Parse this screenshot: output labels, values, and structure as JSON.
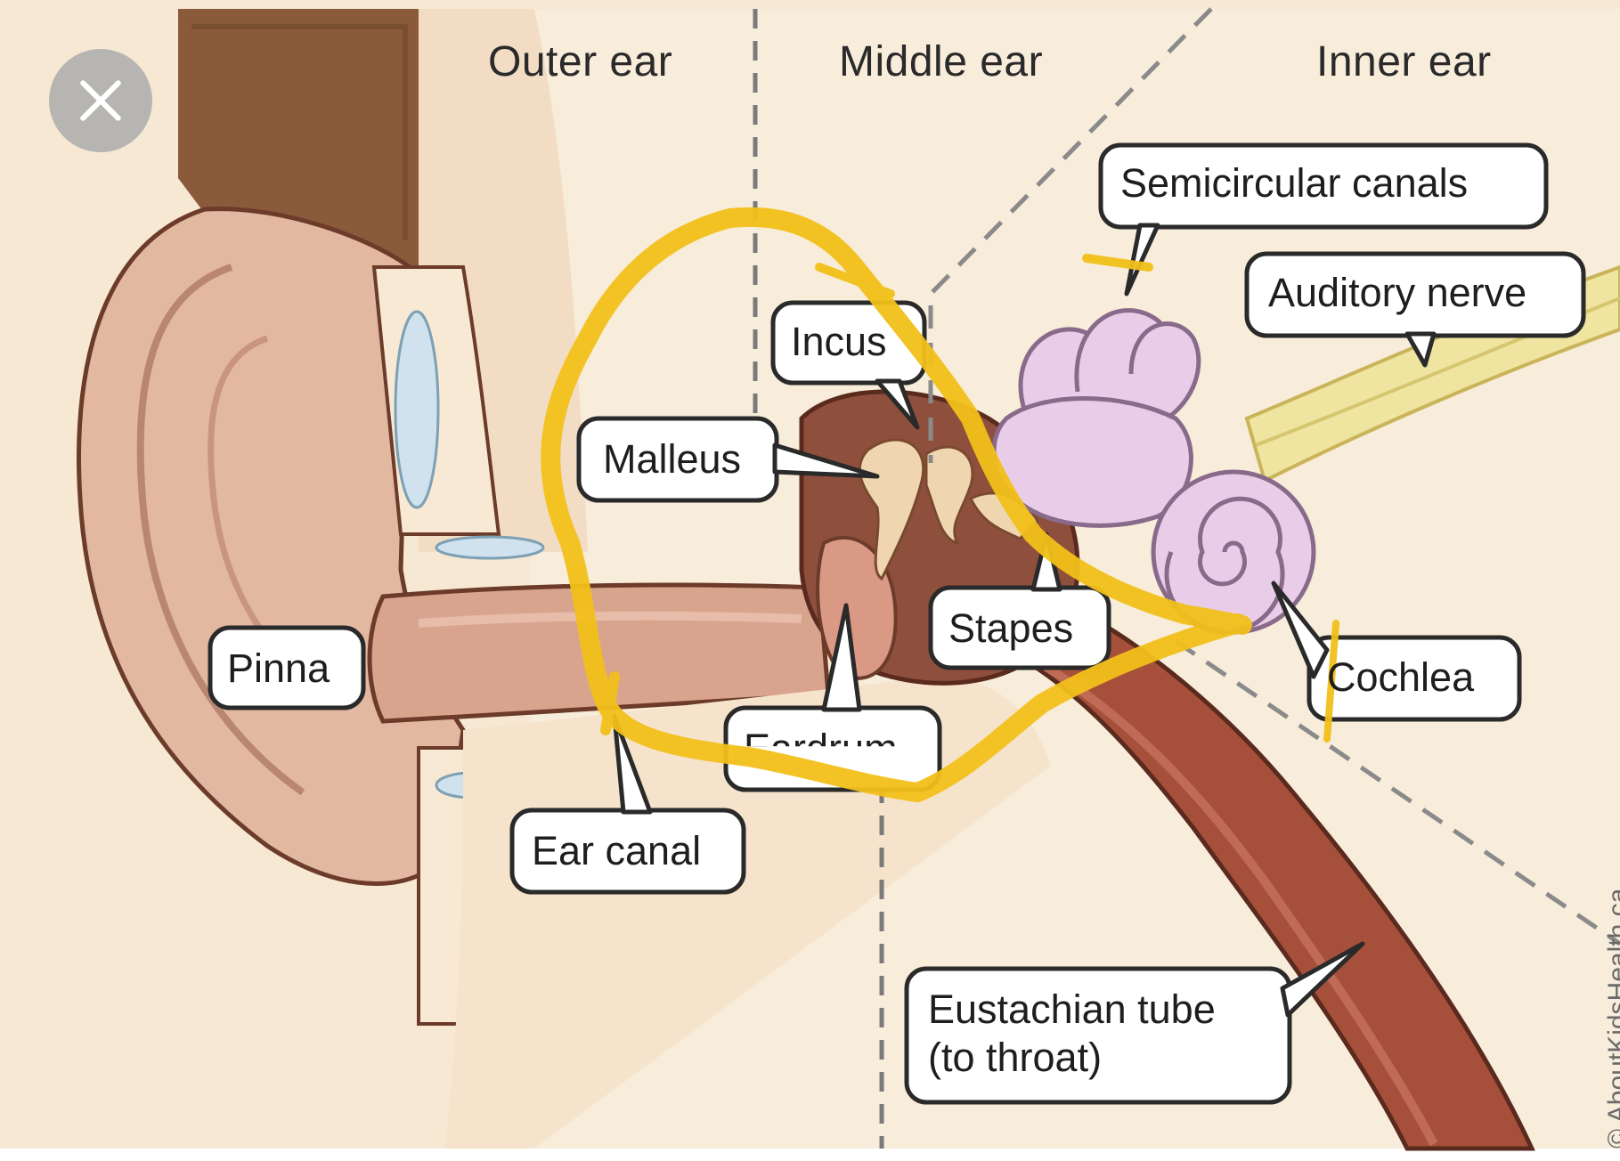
{
  "sections": {
    "outer": "Outer ear",
    "middle": "Middle ear",
    "inner": "Inner ear"
  },
  "labels": {
    "semicircular_canals": "Semicircular canals",
    "auditory_nerve": "Auditory nerve",
    "incus": "Incus",
    "malleus": "Malleus",
    "stapes": "Stapes",
    "pinna": "Pinna",
    "cochlea": "Cochlea",
    "eardrum": "Eardrum",
    "ear_canal": "Ear canal",
    "eustachian_tube": "Eustachian tube",
    "eustachian_tube_note": "(to throat)"
  },
  "watermark": "© AboutKidsHealth.ca",
  "close_icon": "close-icon",
  "colors": {
    "background": "#f5e6cf",
    "skin": "#e2b9a3",
    "highlight": "#f2c01a",
    "eustachian": "#a8503c",
    "inner_ear": "#e7cce6",
    "nerve": "#ece29a",
    "close_button": "#b7b5b2"
  }
}
